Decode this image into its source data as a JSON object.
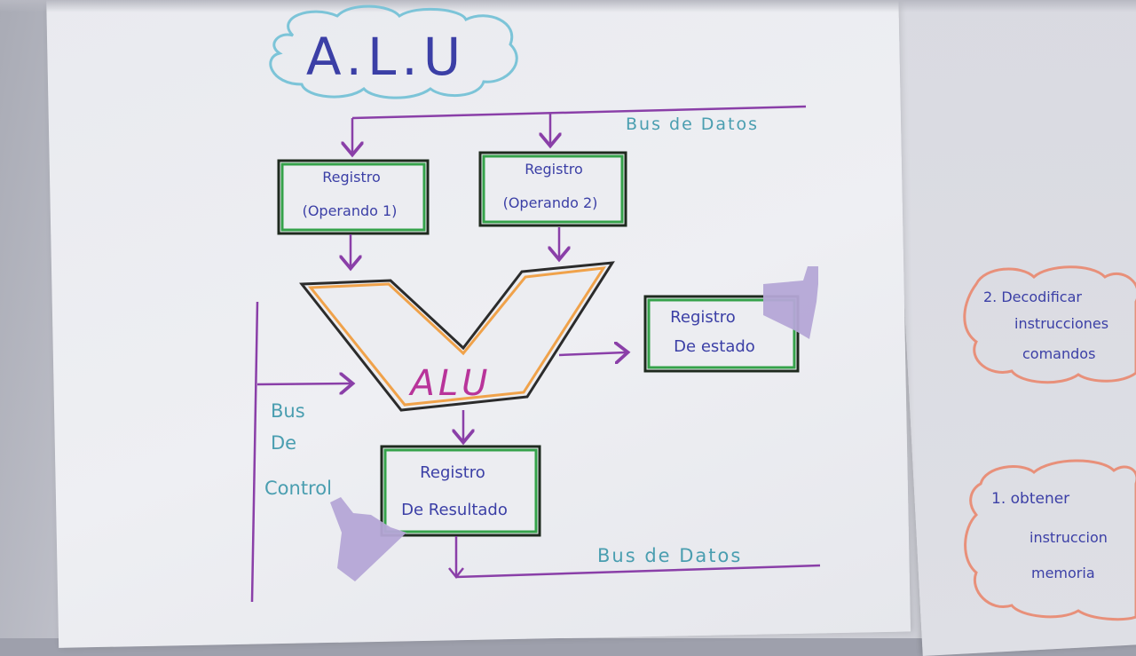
{
  "title": "A.L.U",
  "bus_top_label": "Bus de Datos",
  "bus_bottom_label": "Bus de Datos",
  "registers": {
    "op1": {
      "line1": "Registro",
      "line2": "(Operando 1)"
    },
    "op2": {
      "line1": "Registro",
      "line2": "(Operando 2)"
    },
    "status": {
      "line1": "Registro",
      "line2": "De estado"
    },
    "result": {
      "line1": "Registro",
      "line2": "De Resultado"
    }
  },
  "alu_label": "ALU",
  "control_bus": {
    "line1": "Bus",
    "line2": "De",
    "line3": "Control"
  },
  "side_notes": {
    "note2": {
      "line1": "2. Decodificar",
      "line2": "instrucciones",
      "line3": "comandos"
    },
    "note1": {
      "line1": "1. obtener",
      "line2": "instruccion",
      "line3": "memoria"
    }
  },
  "colors": {
    "ink_blue": "#3b3fa6",
    "bus_purple": "#8a3fa8",
    "box_green": "#35a24a",
    "label_teal": "#4a9eb0",
    "alu_orange": "#f0a24a",
    "alu_text": "#b8349a",
    "cloud_blue": "#7cc4d8",
    "cloud_salmon": "#e8907a",
    "sticky_lilac": "#b5a6d6"
  }
}
